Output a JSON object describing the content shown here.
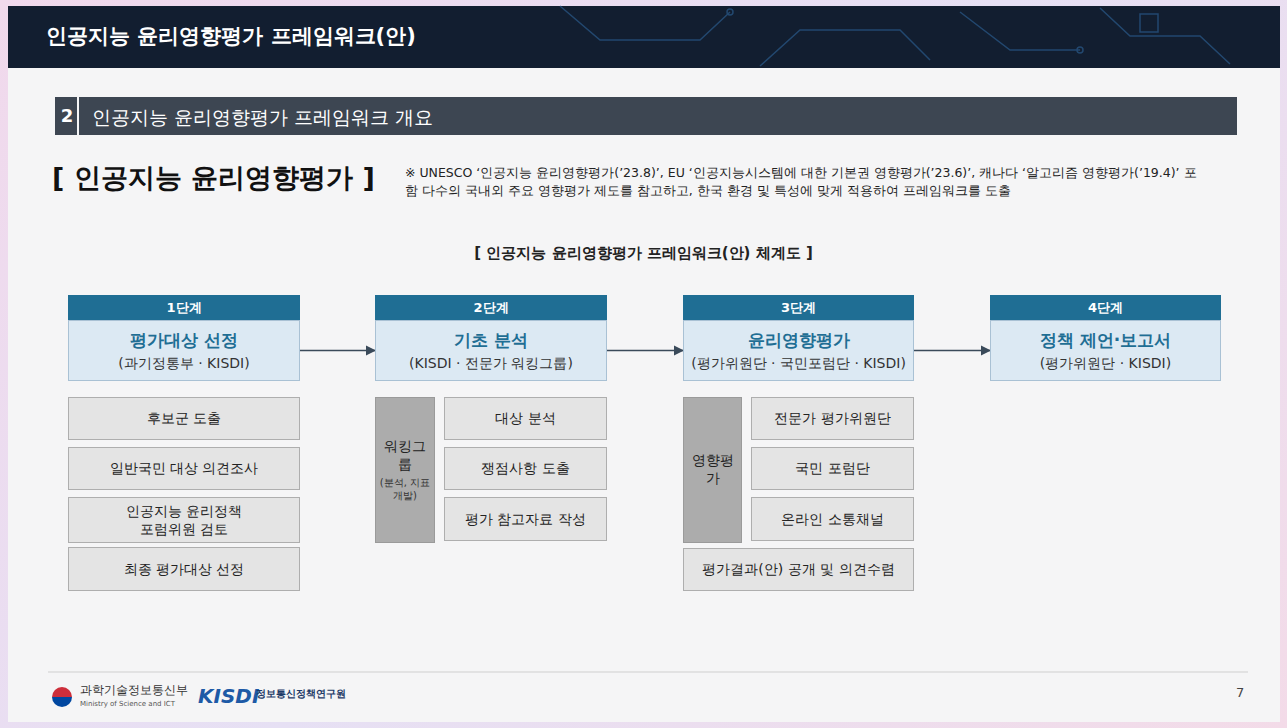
{
  "diagram": {
    "title": "인공지능 윤리영향평가 프레임워크(안)",
    "nodes": [
      {
        "text": [
          "1단계"
        ]
      },
      {
        "text": [
          "평가대상 선정",
          "(과기정통부 · KISDI)"
        ]
      },
      {
        "text": [
          "2단계"
        ]
      },
      {
        "text": [
          "기초 분석",
          "(KISDI · 전문가 워킹그룹)"
        ]
      },
      {
        "text": [
          "3단계"
        ]
      },
      {
        "text": [
          "윤리영향평가",
          "(평가위원단 · 국민포럼단 · KISDI)"
        ]
      },
      {
        "text": [
          "4단계"
        ]
      },
      {
        "text": [
          "정책 제언·보고서",
          "(평가위원단 · KISDI)"
        ]
      },
      {
        "text": [
          "후보군 도출"
        ]
      },
      {
        "text": [
          "일반국민 대상 의견조사"
        ]
      },
      {
        "text": [
          "인공지능 윤리정책 포럼위원 검토"
        ]
      },
      {
        "text": [
          "최종 평가대상 선정"
        ]
      },
      {
        "text": [
          "워킹그룹",
          "(분석, 지표 개발)"
        ]
      },
      {
        "text": [
          "대상 분석"
        ]
      },
      {
        "text": [
          "쟁점사항 도출"
        ]
      },
      {
        "text": [
          "평가 참고자료 작성"
        ]
      },
      {
        "text": [
          "영향평가"
        ]
      },
      {
        "text": [
          "전문가 평가위원단"
        ]
      },
      {
        "text": [
          "국민 포럼단"
        ]
      },
      {
        "text": [
          "온라인 소통채널"
        ]
      },
      {
        "text": [
          "평가결과(안) 공개 및 의견수렴"
        ]
      }
    ],
    "edges": [
      {
        "from": 1,
        "to": 3,
        "arrow": "to"
      },
      {
        "from": 3,
        "to": 5,
        "arrow": "to"
      },
      {
        "from": 5,
        "to": 7,
        "arrow": "to"
      }
    ],
    "labels": [
      "2",
      "인공지능 윤리영향평가 프레임워크 개요",
      "[ 인공지능 윤리영향평가 ]",
      "※ UNESCO ‘인공지능 윤리영향평가(’23.8)’, EU ‘인공지능시스템에 대한 기본권 영향평가(’23.6)’, 캐나다 ‘알고리즘 영향평가(’19.4)’ 포함 다수의 국내외 주요 영향평가 제도를 참고하고, 한국 환경 및 특성에 맞게 적용하여 프레임워크를 도출",
      "[ 인공지능 윤리영향평가 프레임워크(안) 체계도 ]",
      "과학기술정보통신부",
      "Ministry of Science and ICT",
      "KISDI",
      "정보통신정책연구원",
      "7"
    ]
  }
}
